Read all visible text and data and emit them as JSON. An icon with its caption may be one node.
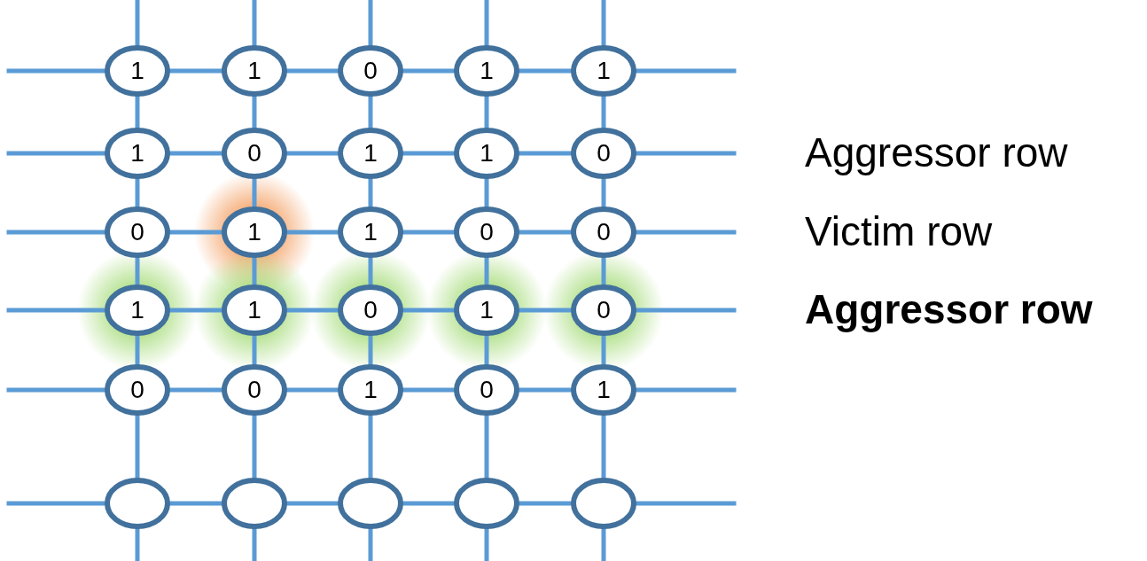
{
  "diagram": {
    "nodes": [
      {
        "text": [
          "1"
        ]
      },
      {
        "text": [
          "1"
        ]
      },
      {
        "text": [
          "0"
        ]
      },
      {
        "text": [
          "1"
        ]
      },
      {
        "text": [
          "1"
        ]
      },
      {
        "text": [
          "1"
        ]
      },
      {
        "text": [
          "0"
        ]
      },
      {
        "text": [
          "1"
        ]
      },
      {
        "text": [
          "1"
        ]
      },
      {
        "text": [
          "0"
        ]
      },
      {
        "text": [
          "0"
        ]
      },
      {
        "text": [
          "1"
        ]
      },
      {
        "text": [
          "1"
        ]
      },
      {
        "text": [
          "0"
        ]
      },
      {
        "text": [
          "0"
        ]
      },
      {
        "text": [
          "1"
        ]
      },
      {
        "text": [
          "1"
        ]
      },
      {
        "text": [
          "0"
        ]
      },
      {
        "text": [
          "1"
        ]
      },
      {
        "text": [
          "0"
        ]
      },
      {
        "text": [
          "0"
        ]
      },
      {
        "text": [
          "0"
        ]
      },
      {
        "text": [
          "1"
        ]
      },
      {
        "text": [
          "0"
        ]
      },
      {
        "text": [
          "1"
        ]
      },
      {
        "text": [],
        "shape": "circle"
      },
      {
        "text": [],
        "shape": "circle"
      },
      {
        "text": [],
        "shape": "circle"
      },
      {
        "text": [],
        "shape": "circle"
      },
      {
        "text": [],
        "shape": "circle"
      }
    ],
    "edges": [
      {
        "from": null,
        "to": 0,
        "arrow": "none"
      },
      {
        "from": 0,
        "to": 1,
        "arrow": "none"
      },
      {
        "from": 1,
        "to": 2,
        "arrow": "none"
      },
      {
        "from": 2,
        "to": 3,
        "arrow": "none"
      },
      {
        "from": 3,
        "to": 4,
        "arrow": "none"
      },
      {
        "from": 4,
        "to": null,
        "arrow": "none"
      },
      {
        "from": null,
        "to": 5,
        "arrow": "none"
      },
      {
        "from": 5,
        "to": 6,
        "arrow": "none"
      },
      {
        "from": 6,
        "to": 7,
        "arrow": "none"
      },
      {
        "from": 7,
        "to": 8,
        "arrow": "none"
      },
      {
        "from": 8,
        "to": 9,
        "arrow": "none"
      },
      {
        "from": 9,
        "to": null,
        "arrow": "none"
      },
      {
        "from": null,
        "to": 10,
        "arrow": "none"
      },
      {
        "from": 10,
        "to": 11,
        "arrow": "none"
      },
      {
        "from": 11,
        "to": 12,
        "arrow": "none"
      },
      {
        "from": 12,
        "to": 13,
        "arrow": "none"
      },
      {
        "from": 13,
        "to": 14,
        "arrow": "none"
      },
      {
        "from": 14,
        "to": null,
        "arrow": "none"
      },
      {
        "from": null,
        "to": 15,
        "arrow": "none"
      },
      {
        "from": 15,
        "to": 16,
        "arrow": "none"
      },
      {
        "from": 16,
        "to": 17,
        "arrow": "none"
      },
      {
        "from": 17,
        "to": 18,
        "arrow": "none"
      },
      {
        "from": 18,
        "to": 19,
        "arrow": "none"
      },
      {
        "from": 19,
        "to": null,
        "arrow": "none"
      },
      {
        "from": null,
        "to": 20,
        "arrow": "none"
      },
      {
        "from": 20,
        "to": 21,
        "arrow": "none"
      },
      {
        "from": 21,
        "to": 22,
        "arrow": "none"
      },
      {
        "from": 22,
        "to": 23,
        "arrow": "none"
      },
      {
        "from": 23,
        "to": 24,
        "arrow": "none"
      },
      {
        "from": 24,
        "to": null,
        "arrow": "none"
      },
      {
        "from": null,
        "to": 25,
        "arrow": "none"
      },
      {
        "from": 25,
        "to": 26,
        "arrow": "none"
      },
      {
        "from": 26,
        "to": 27,
        "arrow": "none"
      },
      {
        "from": 27,
        "to": 28,
        "arrow": "none"
      },
      {
        "from": 28,
        "to": 29,
        "arrow": "none"
      },
      {
        "from": 29,
        "to": null,
        "arrow": "none"
      },
      {
        "from": null,
        "to": 0,
        "arrow": "none"
      },
      {
        "from": 0,
        "to": 5,
        "arrow": "none"
      },
      {
        "from": 5,
        "to": 10,
        "arrow": "none"
      },
      {
        "from": 10,
        "to": 15,
        "arrow": "none"
      },
      {
        "from": 15,
        "to": 20,
        "arrow": "none"
      },
      {
        "from": 20,
        "to": 25,
        "arrow": "none"
      },
      {
        "from": 25,
        "to": null,
        "arrow": "none"
      },
      {
        "from": null,
        "to": 1,
        "arrow": "none"
      },
      {
        "from": 1,
        "to": 6,
        "arrow": "none"
      },
      {
        "from": 6,
        "to": 11,
        "arrow": "none"
      },
      {
        "from": 11,
        "to": 16,
        "arrow": "none"
      },
      {
        "from": 16,
        "to": 21,
        "arrow": "none"
      },
      {
        "from": 21,
        "to": 26,
        "arrow": "none"
      },
      {
        "from": 26,
        "to": null,
        "arrow": "none"
      },
      {
        "from": null,
        "to": 2,
        "arrow": "none"
      },
      {
        "from": 2,
        "to": 7,
        "arrow": "none"
      },
      {
        "from": 7,
        "to": 12,
        "arrow": "none"
      },
      {
        "from": 12,
        "to": 17,
        "arrow": "none"
      },
      {
        "from": 17,
        "to": 22,
        "arrow": "none"
      },
      {
        "from": 22,
        "to": 27,
        "arrow": "none"
      },
      {
        "from": 27,
        "to": null,
        "arrow": "none"
      },
      {
        "from": null,
        "to": 3,
        "arrow": "none"
      },
      {
        "from": 3,
        "to": 8,
        "arrow": "none"
      },
      {
        "from": 8,
        "to": 13,
        "arrow": "none"
      },
      {
        "from": 13,
        "to": 18,
        "arrow": "none"
      },
      {
        "from": 18,
        "to": 23,
        "arrow": "none"
      },
      {
        "from": 23,
        "to": 28,
        "arrow": "none"
      },
      {
        "from": 28,
        "to": null,
        "arrow": "none"
      },
      {
        "from": null,
        "to": 4,
        "arrow": "none"
      },
      {
        "from": 4,
        "to": 9,
        "arrow": "none"
      },
      {
        "from": 9,
        "to": 14,
        "arrow": "none"
      },
      {
        "from": 14,
        "to": 19,
        "arrow": "none"
      },
      {
        "from": 19,
        "to": 24,
        "arrow": "none"
      },
      {
        "from": 24,
        "to": 29,
        "arrow": "none"
      },
      {
        "from": 29,
        "to": null,
        "arrow": "none"
      }
    ],
    "labels": [
      "Aggressor row",
      "Victim row",
      "Aggressor row"
    ]
  }
}
